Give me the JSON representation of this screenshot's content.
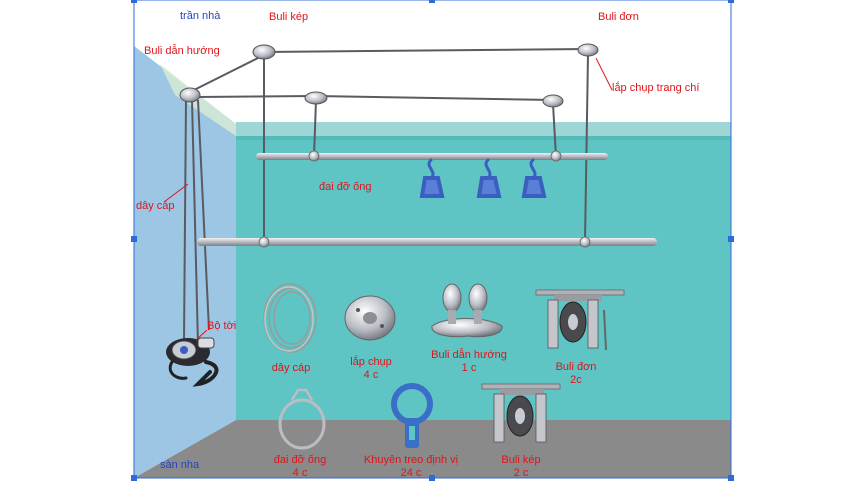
{
  "labels": {
    "ceiling": "trần nhà",
    "floor": "sàn nha",
    "double_pulley": "Buli kép",
    "single_pulley": "Buli đơn",
    "guide_pulley": "Buli dẫn hướng",
    "main_cap": "lắp chụp trang chí",
    "cable": "dây cáp",
    "pipe_bracket": "đai đỡ ống",
    "winch": "Bộ tời"
  },
  "parts": [
    {
      "name": "dây cáp",
      "qty": ""
    },
    {
      "name": "lắp chụp",
      "qty": "4 c"
    },
    {
      "name": "Buli dẫn hướng",
      "qty": "1 c"
    },
    {
      "name": "Buli đơn",
      "qty": "2c"
    },
    {
      "name": "đai đỡ ống",
      "qty": "4 c"
    },
    {
      "name": "Khuyên treo định vị",
      "qty": "24 c"
    },
    {
      "name": "Buli kép",
      "qty": "2 c"
    }
  ],
  "colors": {
    "label": "#e0141b",
    "ceiling": "#ffffff",
    "back_wall": "#5ec5c4",
    "left_wall": "#9cc6e4",
    "floor": "#8a8a8a",
    "hanger": "#3a5fc0",
    "frame": "#2f6bd8"
  }
}
